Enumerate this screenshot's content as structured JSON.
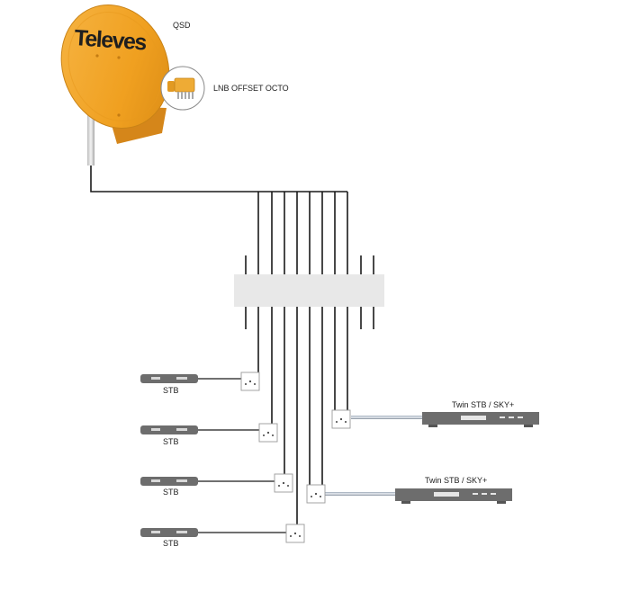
{
  "dish": {
    "brand": "Televes",
    "model": "QSD",
    "color": "#f2a428",
    "dark_color": "#c97a12"
  },
  "lnb": {
    "label": "LNB OFFSET OCTO",
    "icon": "lnb-icon"
  },
  "multiswitch": {
    "color": "#e8e8e8",
    "icon": "multiswitch-icon"
  },
  "receivers": {
    "stb": [
      {
        "label": "STB"
      },
      {
        "label": "STB"
      },
      {
        "label": "STB"
      },
      {
        "label": "STB"
      }
    ],
    "twin": [
      {
        "label": "Twin STB / SKY+"
      },
      {
        "label": "Twin STB / SKY+"
      }
    ],
    "color": "#6d6d6d"
  },
  "wall_socket": {
    "icon": "wall-socket-icon"
  },
  "cable_color": "#1a1a1a"
}
